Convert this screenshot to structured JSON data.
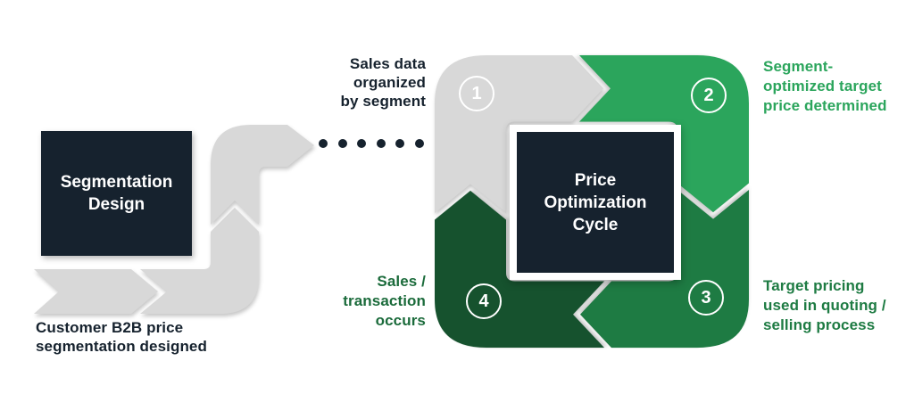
{
  "palette": {
    "navy": "#16222E",
    "arrow_gray": "#D8D8D8",
    "green_bright": "#2BA55C",
    "green_mid": "#1E7B43",
    "green_dark": "#16522E",
    "text_green_bright": "#2BA55C",
    "text_green_mid": "#1E7B43",
    "text_green_dark": "#1B6B3B",
    "background": "#FFFFFF"
  },
  "left_flow": {
    "box_title": "Segmentation\nDesign",
    "caption": "Customer B2B price\nsegmentation designed"
  },
  "connector": {
    "style": "dotted-line",
    "dot_count": 6
  },
  "cycle": {
    "center_title": "Price\nOptimization\nCycle",
    "steps": [
      {
        "number": "1",
        "label": "Sales data\norganized\nby segment"
      },
      {
        "number": "2",
        "label": "Segment-\noptimized target\nprice determined"
      },
      {
        "number": "3",
        "label": "Target pricing\nused in quoting /\nselling process"
      },
      {
        "number": "4",
        "label": "Sales /\ntransaction\noccurs"
      }
    ]
  }
}
